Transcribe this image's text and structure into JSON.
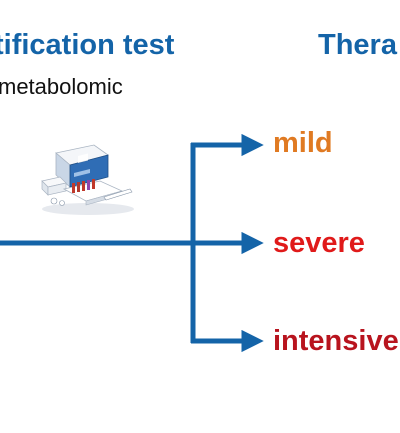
{
  "headings": {
    "left_title": "tification test",
    "left_subtitle": "metabolomic",
    "right_title": "Thera"
  },
  "outcomes": [
    {
      "label": "mild",
      "color": "#e07a22"
    },
    {
      "label": "severe",
      "color": "#e01a1a"
    },
    {
      "label": "intensive",
      "color": "#b8141e"
    }
  ],
  "colors": {
    "connector": "#1464a8",
    "heading": "#1464a8"
  },
  "icons": {
    "kit": "test-kit-icon"
  }
}
